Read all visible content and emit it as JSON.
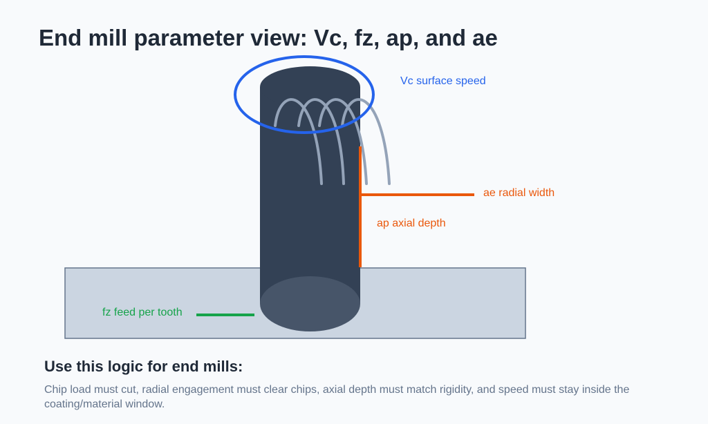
{
  "title": "End mill parameter view: Vc, fz, ap, and ae",
  "labels": {
    "vc": "Vc surface speed",
    "ae": "ae radial width",
    "ap": "ap axial depth",
    "fz": "fz feed per tooth"
  },
  "logic": {
    "heading": "Use this logic for end mills:",
    "body": "Chip load must cut, radial engagement must clear chips, axial depth must match rigidity, and speed must stay inside the coating/material window."
  },
  "colors": {
    "vc": "#2563eb",
    "ae_ap": "#ea580c",
    "fz": "#16a34a",
    "tool_body": "#334155",
    "tool_bottom": "#475569",
    "flutes": "#94a3b8",
    "workpiece": "#cbd5e1",
    "workpiece_border": "#64748b"
  }
}
